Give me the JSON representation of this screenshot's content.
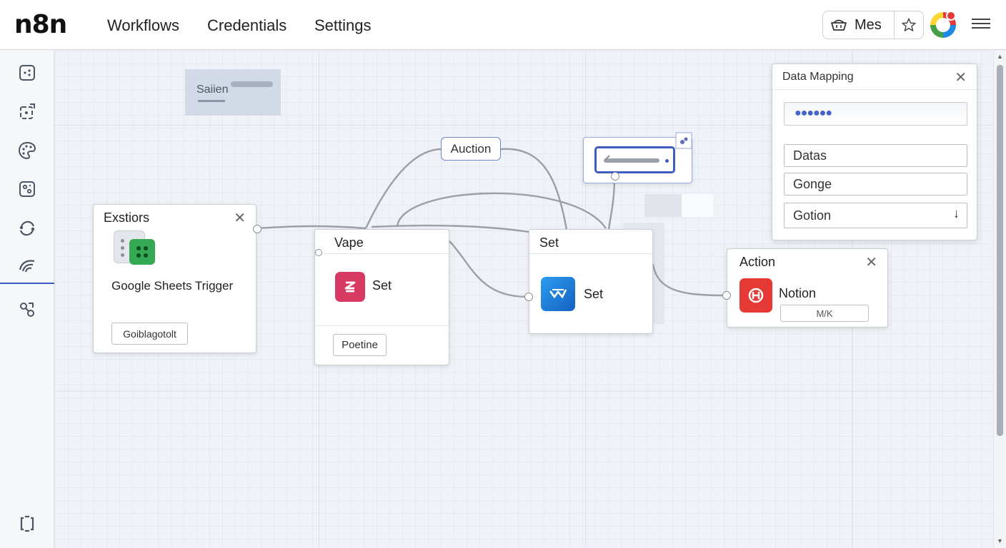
{
  "app": {
    "logo": "n8n"
  },
  "nav": {
    "workflows": "Workflows",
    "credentials": "Credentials",
    "settings": "Settings"
  },
  "header": {
    "mes_label": "Mes",
    "star_icon": "star-icon",
    "menu_icon": "hamburger-menu-icon"
  },
  "sidebar": {
    "items": [
      "workflow-icon",
      "nodes-icon",
      "palette-icon",
      "templates-icon",
      "sync-icon",
      "executions-icon",
      "connections-icon"
    ],
    "bottom": "collapse-icon"
  },
  "canvas": {
    "note": {
      "text": "Saiien"
    },
    "tags": {
      "auction": "Auction"
    }
  },
  "nodes": {
    "exstiors": {
      "title": "Exstiors",
      "label": "Google Sheets Trigger",
      "button": "Goiblagotolt"
    },
    "vape": {
      "title": "Vape",
      "label": "Set",
      "button": "Poetine"
    },
    "set": {
      "title": "Set",
      "label": "Set"
    },
    "action": {
      "title": "Action",
      "label": "Notion",
      "field": "M/K"
    }
  },
  "data_mapping": {
    "title": "Data Mapping",
    "masked_value": "●●●●●●",
    "fields": [
      "Datas",
      "Gonge"
    ],
    "select": "Gotion"
  },
  "colors": {
    "accent": "#3a5fc4",
    "sheets_green": "#34a853",
    "set_pink": "#d63a63",
    "set_blue": "#1e7fd8",
    "notion_red": "#e53935"
  }
}
